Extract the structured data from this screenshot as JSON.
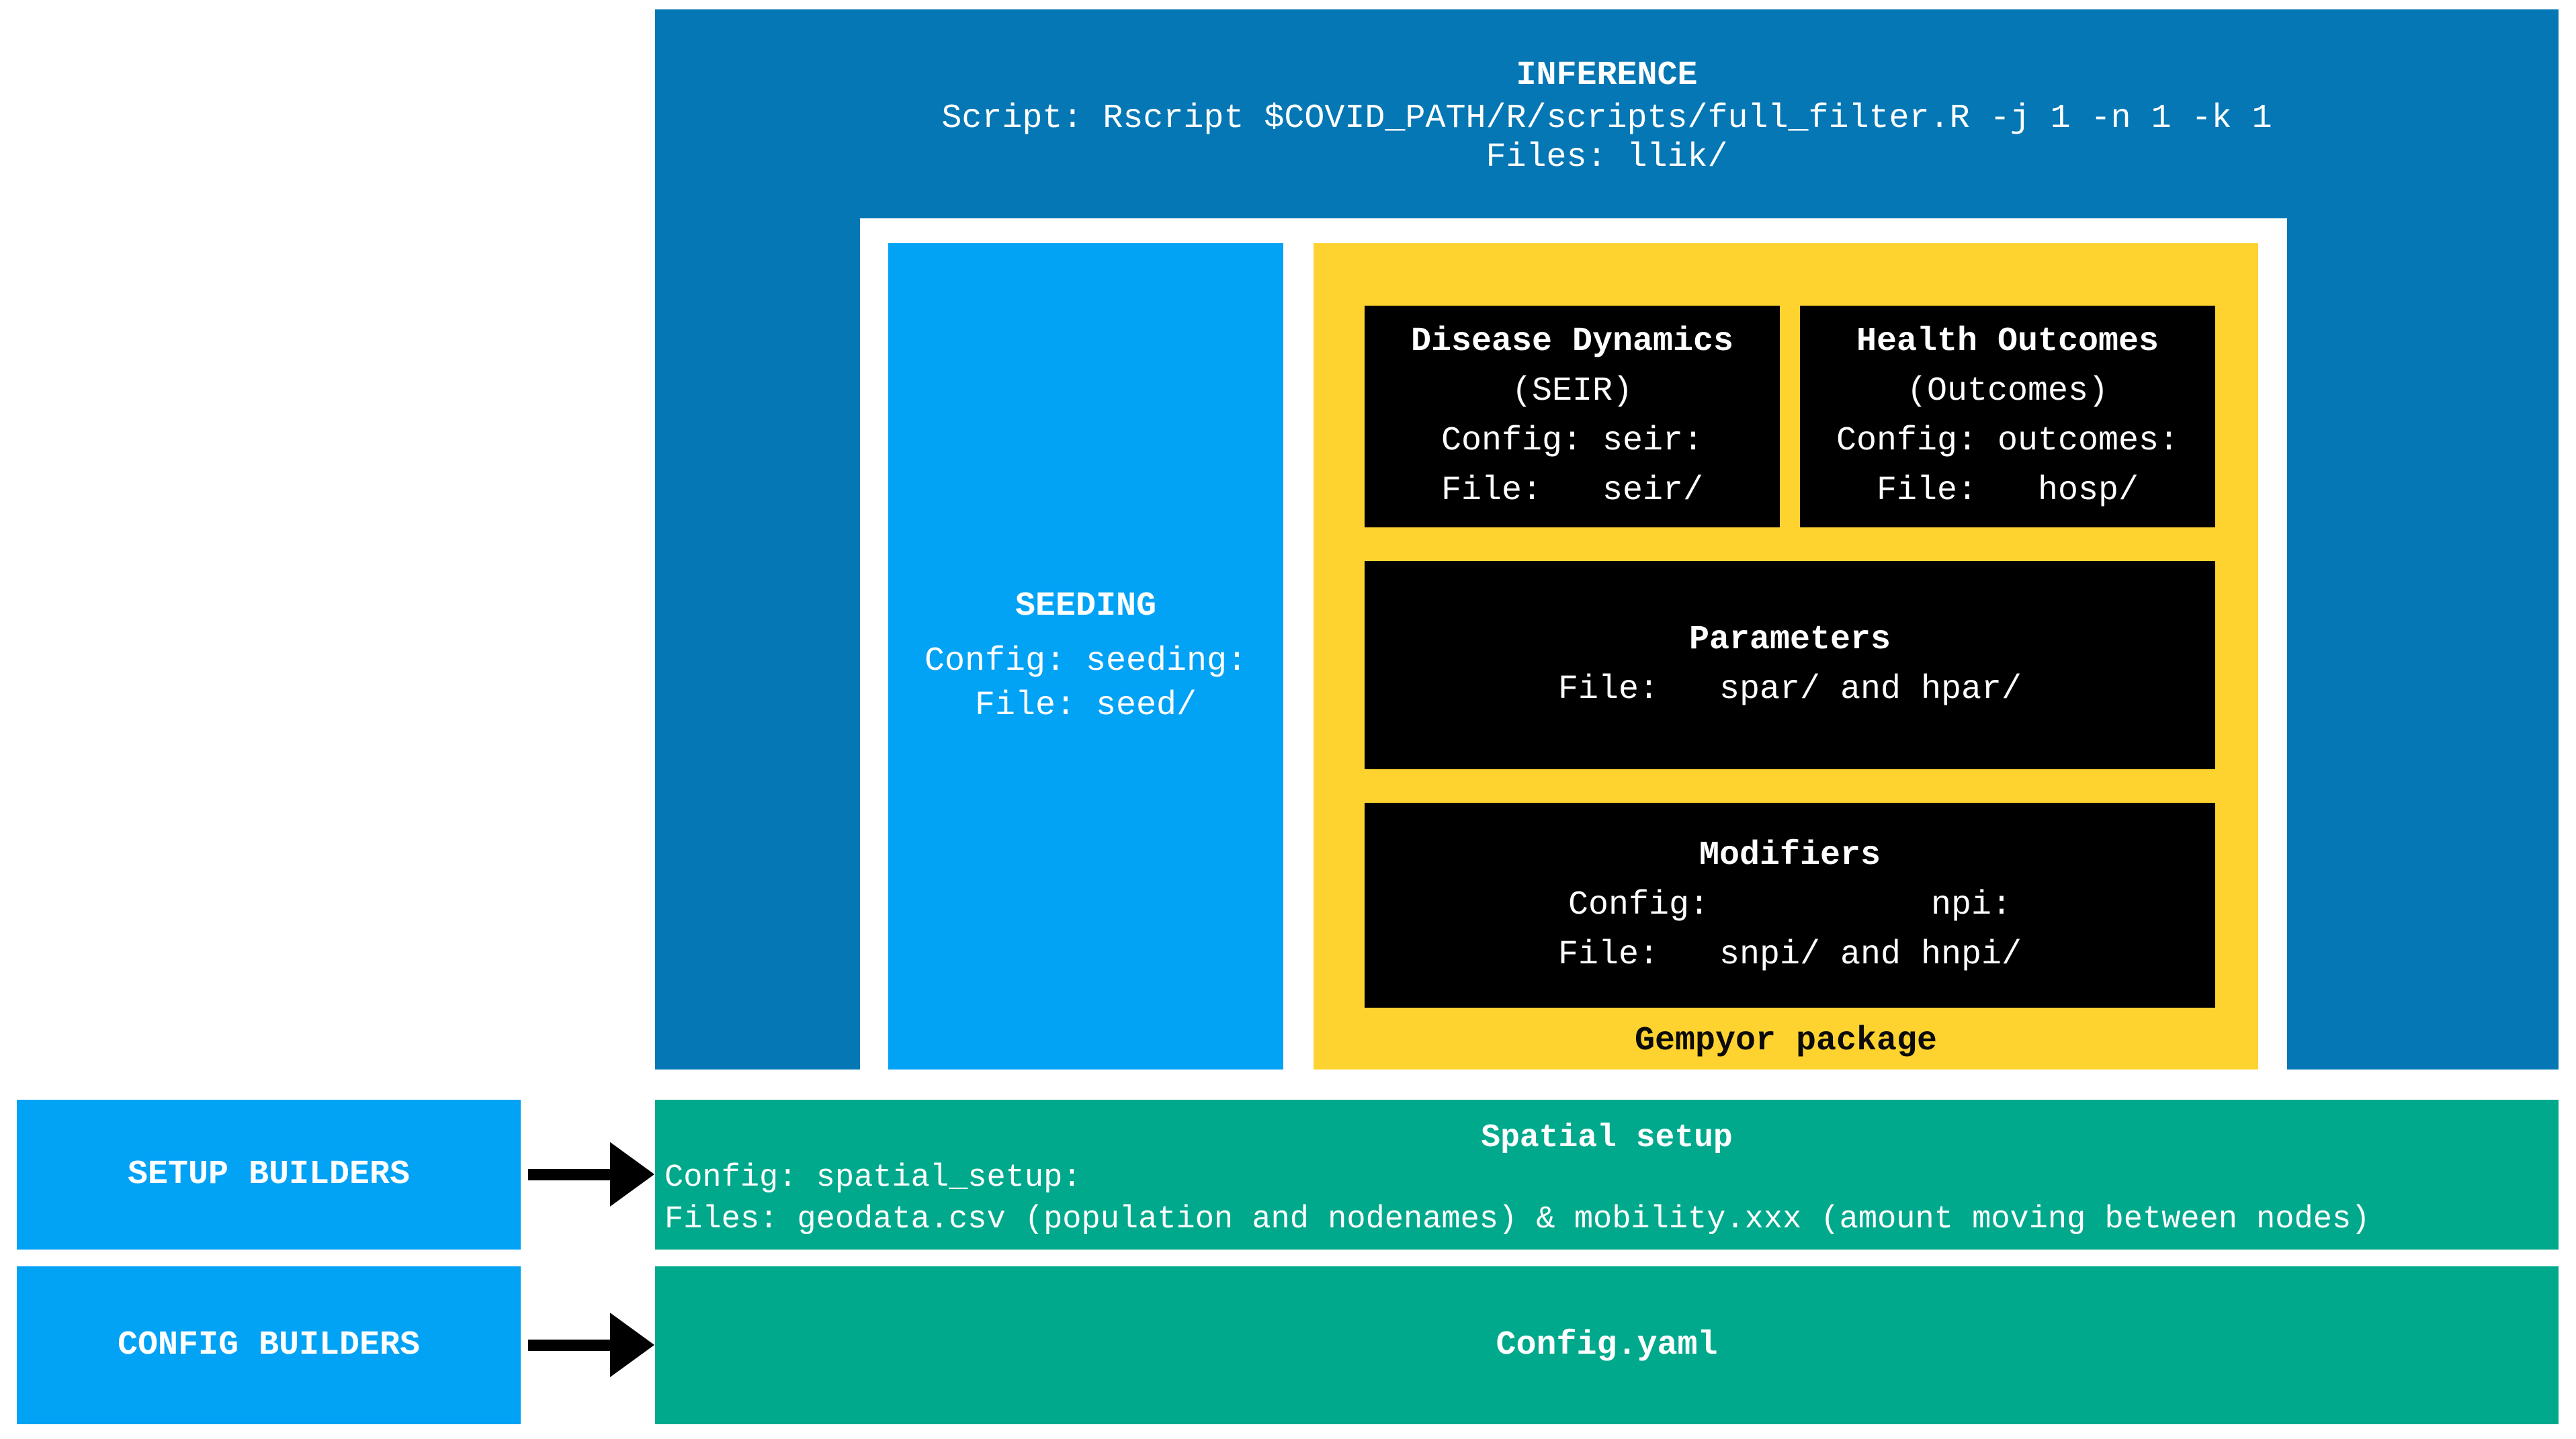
{
  "inference": {
    "title": "INFERENCE",
    "script_line": "Script: Rscript $COVID_PATH/R/scripts/full_filter.R -j 1 -n 1 -k 1",
    "files_line": "Files: llik/"
  },
  "seeding": {
    "title": "SEEDING",
    "config_line": "Config: seeding:",
    "file_line": "File: seed/"
  },
  "gempyor": {
    "label": "Gempyor package",
    "modules": [
      {
        "title": "Disease Dynamics",
        "subtitle": "(SEIR)",
        "config_line": "Config: seir:",
        "file_line": "File:   seir/"
      },
      {
        "title": "Health Outcomes",
        "subtitle": "(Outcomes)",
        "config_line": "Config: outcomes:",
        "file_line": "File:   hosp/"
      },
      {
        "title": "Parameters",
        "file_line": "File:   spar/ and hpar/"
      },
      {
        "title": "Modifiers",
        "config_line": "Config:           npi:",
        "file_line": "File:   snpi/ and hnpi/"
      }
    ]
  },
  "spatial_setup": {
    "title": "Spatial setup",
    "config_line": "Config: spatial_setup:",
    "files_line": "Files: geodata.csv (population and nodenames) & mobility.xxx (amount moving between nodes)"
  },
  "config_yaml": {
    "title": "Config.yaml"
  },
  "builders": {
    "setup_label": "SETUP BUILDERS",
    "config_label": "CONFIG BUILDERS"
  },
  "colors": {
    "dark_blue": "#0477b4",
    "bright_blue": "#02a2f5",
    "yellow": "#ffd32f",
    "teal": "#00a98c",
    "module_black": "#000000",
    "arrow_black": "#000000",
    "background": "#ffffff"
  }
}
